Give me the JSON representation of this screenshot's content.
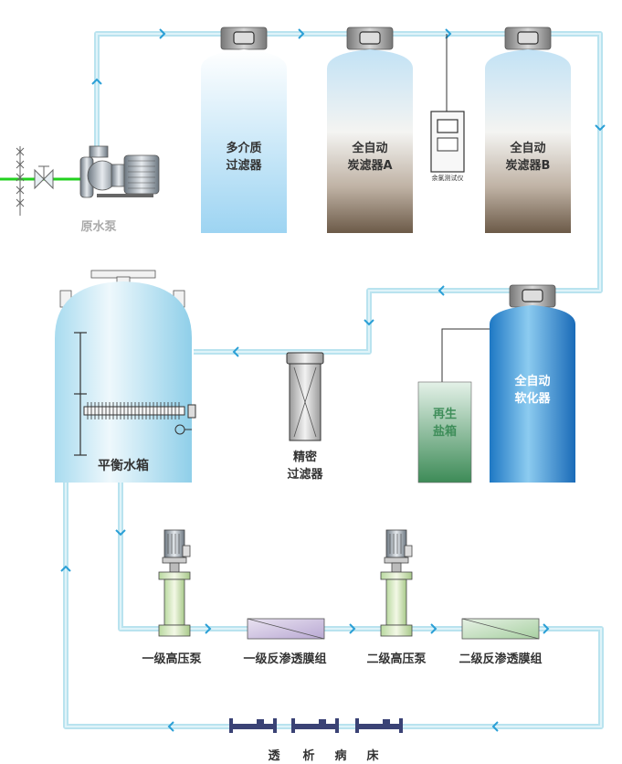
{
  "labels": {
    "raw_pump": "原水泵",
    "multi_media_filter_1": "多介质",
    "multi_media_filter_2": "过滤器",
    "carbon_filter_a_1": "全自动",
    "carbon_filter_a_2": "炭滤器A",
    "chlorine_tester": "余氯测试仪",
    "carbon_filter_b_1": "全自动",
    "carbon_filter_b_2": "炭滤器B",
    "balance_tank": "平衡水箱",
    "precision_filter_1": "精密",
    "precision_filter_2": "过滤器",
    "salt_tank_1": "再生",
    "salt_tank_2": "盐箱",
    "softener_1": "全自动",
    "softener_2": "软化器",
    "hp_pump_1": "一级高压泵",
    "ro_1": "一级反渗透膜组",
    "hp_pump_2": "二级高压泵",
    "ro_2": "二级反渗透膜组",
    "bed_1": "透",
    "bed_2": "析",
    "bed_3": "病",
    "bed_4": "床"
  },
  "colors": {
    "pipe": "#b9e3ef",
    "arrow": "#2a9fd6",
    "label_dark": "#333333",
    "label_light": "#ffffff",
    "pump_label": "#aaaaaa",
    "salt_green": "#3f8e5a",
    "softener_blue": "#1f7cc8",
    "bed_navy": "#3a4275"
  }
}
